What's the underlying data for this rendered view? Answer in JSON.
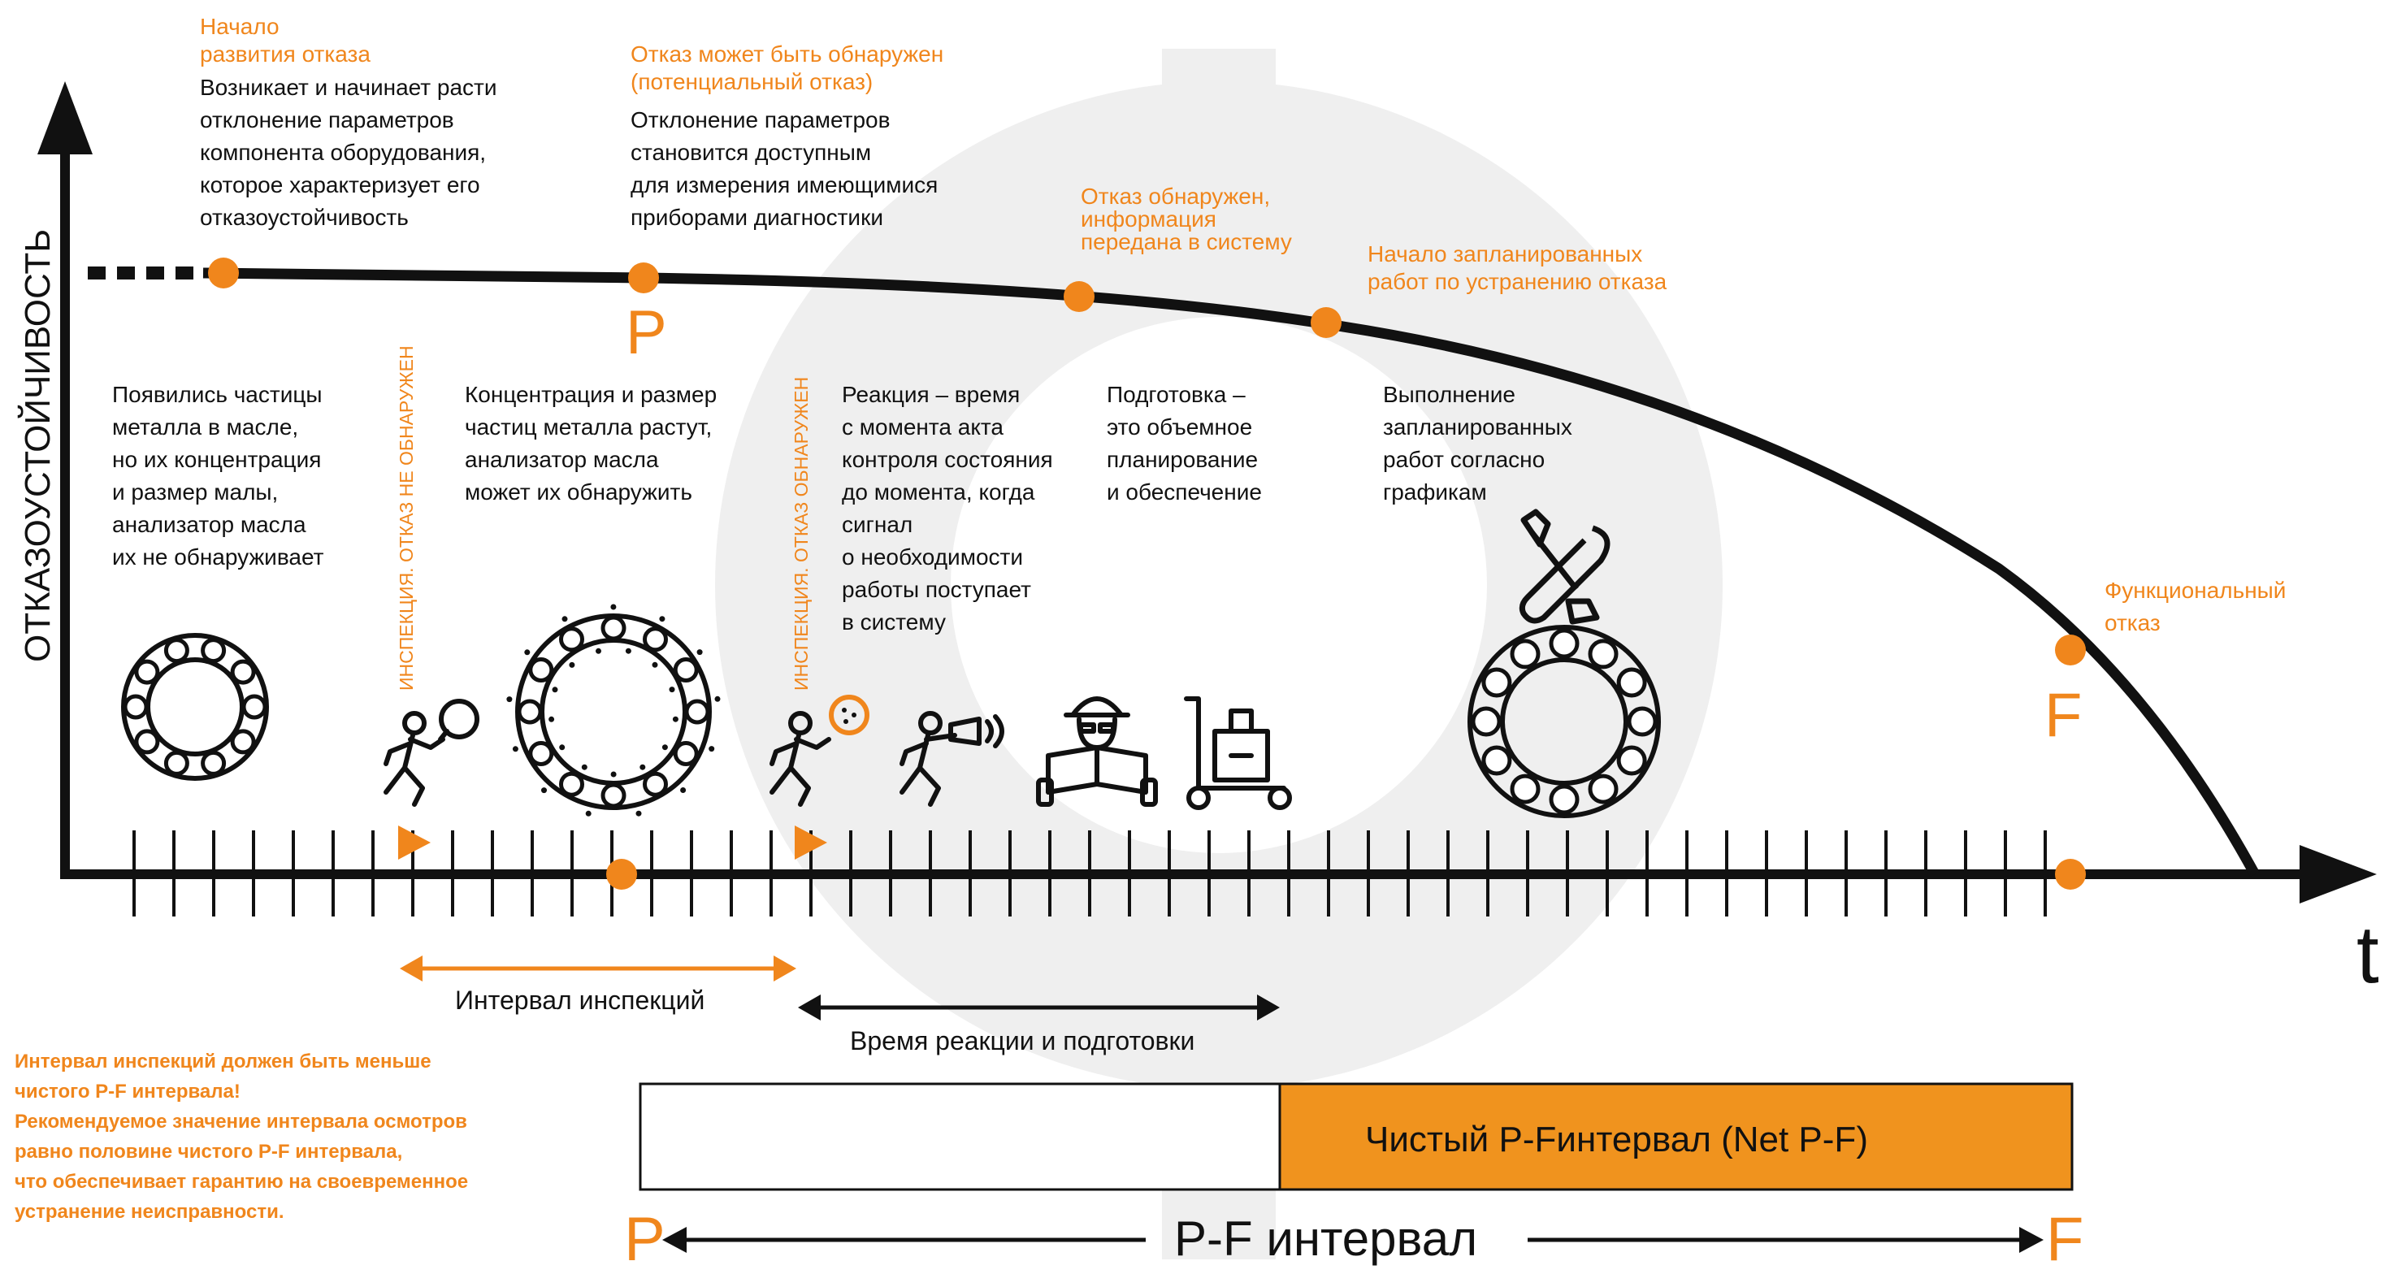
{
  "axis": {
    "y_label": "ОТКАЗОУСТОЙЧИВОСТЬ",
    "x_label": "t"
  },
  "points": {
    "start_title": "Начало\nразвития отказа",
    "start_desc": "Возникает и начинает расти\nотклонение параметров\nкомпонента оборудования,\nкоторое характеризует его\nотказоустойчивость",
    "p_title": "Отказ может быть обнаружен\n(потенциальный отказ)",
    "p_desc": "Отклонение параметров\nстановится доступным\nдля измерения имеющимися\nприборами диагностики",
    "p_letter": "P",
    "detected_title": "Отказ обнаружен,\nинформация\nпередана в систему",
    "planned_title": "Начало запланированных\nработ по устранению отказа",
    "f_title": "Функциональный\nотказ",
    "f_letter": "F"
  },
  "stages": {
    "s1": "Появились частицы\nметалла в масле,\nно их концентрация\nи размер малы,\nанализатор масла\nих не обнаруживает",
    "s2": "Концентрация и размер\nчастиц металла растут,\nанализатор масла\nможет их обнаружить",
    "s3": "Реакция – время\nс момента акта\nконтроля состояния\nдо момента, когда\nсигнал\nо необходимости\nработы поступает\nв систему",
    "s4": "Подготовка –\nэто объемное\nпланирование\nи обеспечение",
    "s5": "Выполнение\nзапланированных\nработ согласно\nграфикам"
  },
  "inspections": {
    "i1": "ИНСПЕКЦИЯ. ОТКАЗ НЕ ОБНАРУЖЕН",
    "i2": "ИНСПЕКЦИЯ. ОТКАЗ  ОБНАРУЖЕН"
  },
  "intervals": {
    "inspection": "Интервал инспекций",
    "reaction": "Время реакции и подготовки",
    "net_pf": "Чистый Р-Fинтервал (Net P-F)",
    "pf": "Р-F интервал",
    "p_letter": "P",
    "f_letter": "F"
  },
  "note": "Интервал инспекций должен быть меньше\nчистого Р-F интервала!\nРекомендуемое значение интервала осмотров\nравно половине чистого Р-F интервала,\nчто обеспечивает гарантию на своевременное\nустранение неисправности.",
  "colors": {
    "accent": "#F0861C",
    "ink": "#111111",
    "watermark": "#EDEDED"
  },
  "icons": [
    "bearing-icon",
    "inspector-icon",
    "reaction-icon",
    "engineer-icon",
    "cart-icon",
    "tools-icon",
    "gear-watermark-icon"
  ]
}
